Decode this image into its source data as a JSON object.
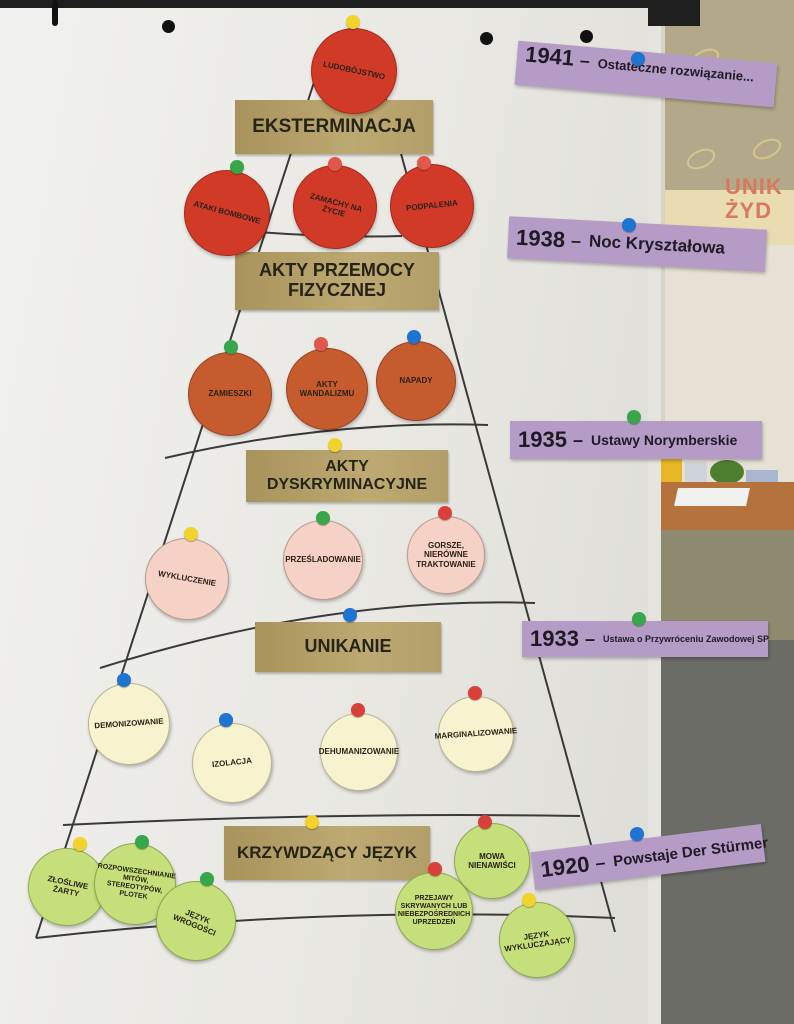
{
  "scene": {
    "description": "Flipchart with Pyramid of Hate (Piramida nienawiści) and historical timeline",
    "background_poster_text": [
      "UNIK",
      "ŻYD"
    ]
  },
  "pyramid": {
    "levels": [
      {
        "title": "EKSTERMINACJA",
        "color": "#d23a28",
        "items": [
          "LUDOBÓJSTWO"
        ]
      },
      {
        "title": "AKTY PRZEMOCY FIZYCZNEJ",
        "color": "#d23a28",
        "items": [
          "ATAKI BOMBOWE",
          "ZAMACHY NA ŻYCIE",
          "PODPALENIA"
        ]
      },
      {
        "title": "AKTY DYSKRYMINACYJNE",
        "color": "#c65c2e",
        "items": [
          "ZAMIESZKI",
          "AKTY WANDALIZMU",
          "NAPADY"
        ]
      },
      {
        "title": "UNIKANIE",
        "color": "#f6d1c5",
        "items": [
          "WYKLUCZENIE",
          "PRZEŚLADOWANIE",
          "GORSZE, NIERÓWNE TRAKTOWANIE"
        ]
      },
      {
        "title": "KRZYWDZĄCY JĘZYK",
        "color": "#f7f3cf",
        "items": [
          "DEMONIZOWANIE",
          "IZOLACJA",
          "DEHUMANIZOWANIE",
          "MARGINALIZOWANIE"
        ]
      },
      {
        "title": "",
        "color": "#c5e07a",
        "items": [
          "ZŁOŚLIWE ŻARTY",
          "ROZPOWSZECHNIANIE MITÓW, STEREOTYPÓW, PLOTEK",
          "JĘZYK WROGOŚCI",
          "MOWA NIENAWIŚCI",
          "PRZEJAWY SKRYWANYCH LUB NIEBEZPOŚREDNICH UPRZEDZEŃ",
          "JĘZYK WYKLUCZAJĄCY"
        ]
      }
    ],
    "labels": {
      "l1": "EKSTERMINACJA",
      "l2": "AKTY PRZEMOCY FIZYCZNEJ",
      "l3": "AKTY DYSKRYMINACYJNE",
      "l4": "UNIKANIE",
      "l5": "KRZYWDZĄCY JĘZYK"
    },
    "circles": {
      "ludobojstwo": "LUDOBÓJSTWO",
      "ataki": "ATAKI BOMBOWE",
      "zamachy": "ZAMACHY NA ŻYCIE",
      "podpalenia": "PODPALENIA",
      "zamieszki": "ZAMIESZKI",
      "wandalizm": "AKTY WANDALIZMU",
      "napady": "NAPADY",
      "wykluczenie": "WYKLUCZENIE",
      "przesladowanie": "PRZEŚLADOWANIE",
      "gorsze": "GORSZE, NIERÓWNE TRAKTOWANIE",
      "demonizowanie": "DEMONIZOWANIE",
      "izolacja": "IZOLACJA",
      "dehumanizowanie": "DEHUMANIZOWANIE",
      "marginalizowanie": "MARGINALIZOWANIE",
      "zarty": "ZŁOŚLIWE ŻARTY",
      "mity": "ROZPOWSZECHNIANIE MITÓW, STEREOTYPÓW, PLOTEK",
      "wrogosc": "JĘZYK WROGOŚCI",
      "mowa": "MOWA NIENAWIŚCI",
      "przejawy": "PRZEJAWY SKRYWANYCH LUB NIEBEZPOŚREDNICH UPRZEDZEŃ",
      "wykluczajacy": "JĘZYK WYKLUCZAJĄCY"
    }
  },
  "timeline": [
    {
      "year": "1941",
      "event": "Ostateczne rozwiązanie..."
    },
    {
      "year": "1938",
      "event": "Noc Kryształowa"
    },
    {
      "year": "1935",
      "event": "Ustawy Norymberskie"
    },
    {
      "year": "1933",
      "event": "Ustawa o Przywróceniu Zawodowej SP"
    },
    {
      "year": "1920",
      "event": "Powstaje Der Stürmer"
    }
  ],
  "dash": "–",
  "pin_colors": {
    "yellow": "#f2d22b",
    "green": "#38a64a",
    "red": "#d8403a",
    "blue": "#1f73d1"
  }
}
